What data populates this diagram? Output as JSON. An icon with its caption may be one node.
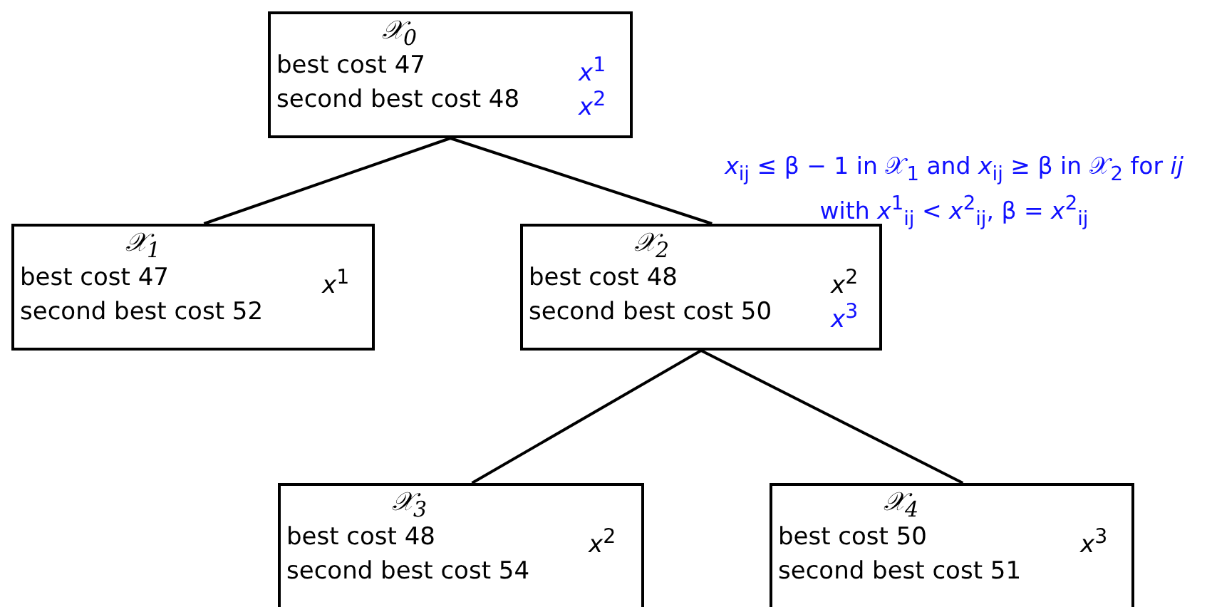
{
  "diagram": {
    "nodes": [
      {
        "text": [
          "𝒳$_{0}$",
          "best cost 47",
          "*x*$^{1}$",
          "second best cost 48",
          "*x*$^{2}$"
        ]
      },
      {
        "text": [
          "𝒳$_{1}$",
          "best cost 47",
          "*x*$^{1}$",
          "second best cost 52"
        ]
      },
      {
        "text": [
          "𝒳$_{2}$",
          "best cost 48",
          "*x*$^{2}$",
          "second best cost 50",
          "*x*$^{3}$"
        ]
      },
      {
        "text": [
          "𝒳$_{3}$",
          "best cost 48",
          "*x*$^{2}$",
          "second best cost 54"
        ]
      },
      {
        "text": [
          "𝒳$_{4}$",
          "best cost 50",
          "*x*$^{3}$",
          "second best cost 51"
        ]
      }
    ],
    "edges": [
      {
        "from": 0,
        "to": 1,
        "arrow": "none"
      },
      {
        "from": 0,
        "to": 2,
        "arrow": "none"
      },
      {
        "from": 2,
        "to": 3,
        "arrow": "none"
      },
      {
        "from": 2,
        "to": 4,
        "arrow": "none"
      }
    ],
    "labels": [
      "*x*$_{ij}$ ≤ β − 1 in 𝒳$_{1}$ and *x*$_{ij}$ ≥ β in 𝒳$_{2}$ for *ij* with *x*$^{1}$$_{ij}$ < *x*$^{2}$$_{ij}$, β = *x*$^{2}$$_{ij}$"
    ]
  }
}
